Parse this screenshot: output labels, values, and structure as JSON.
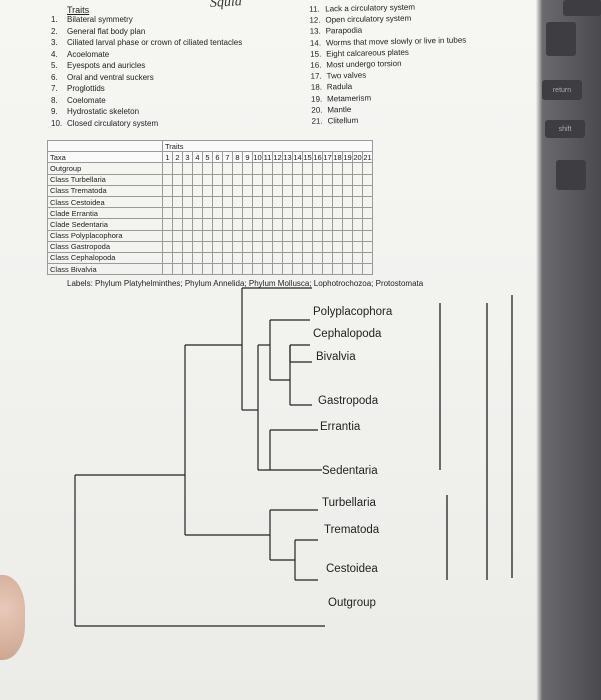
{
  "header": {
    "traits_title": "Traits",
    "handwritten_note": "Squid"
  },
  "traits_left": [
    {
      "n": "1.",
      "t": "Bilateral symmetry"
    },
    {
      "n": "2.",
      "t": "General flat body plan"
    },
    {
      "n": "3.",
      "t": "Ciliated larval phase or crown of ciliated tentacles"
    },
    {
      "n": "4.",
      "t": "Acoelomate"
    },
    {
      "n": "5.",
      "t": "Eyespots and auricles"
    },
    {
      "n": "6.",
      "t": "Oral and ventral suckers"
    },
    {
      "n": "7.",
      "t": "Proglottids"
    },
    {
      "n": "8.",
      "t": "Coelomate"
    },
    {
      "n": "9.",
      "t": "Hydrostatic skeleton"
    },
    {
      "n": "10.",
      "t": "Closed circulatory system"
    }
  ],
  "traits_right": [
    {
      "n": "11.",
      "t": "Lack a circulatory system"
    },
    {
      "n": "12.",
      "t": "Open circulatory system"
    },
    {
      "n": "13.",
      "t": "Parapodia"
    },
    {
      "n": "14.",
      "t": "Worms that move slowly or live in tubes"
    },
    {
      "n": "15.",
      "t": "Eight calcareous plates"
    },
    {
      "n": "16.",
      "t": "Most undergo torsion"
    },
    {
      "n": "17.",
      "t": "Two valves"
    },
    {
      "n": "18.",
      "t": "Radula"
    },
    {
      "n": "19.",
      "t": "Metamerism"
    },
    {
      "n": "20.",
      "t": "Mantle"
    },
    {
      "n": "21.",
      "t": "Clitellum"
    }
  ],
  "table": {
    "traits_header": "Traits",
    "taxa_header": "Taxa",
    "columns": [
      "1",
      "2",
      "3",
      "4",
      "5",
      "6",
      "7",
      "8",
      "9",
      "10",
      "11",
      "12",
      "13",
      "14",
      "15",
      "16",
      "17",
      "18",
      "19",
      "20",
      "21"
    ],
    "rows": [
      "Outgroup",
      "Class Turbellaria",
      "Class Trematoda",
      "Class Cestoidea",
      "Clade Errantia",
      "Clade Sedentaria",
      "Class Polyplacophora",
      "Class Gastropoda",
      "Class Cephalopoda",
      "Class Bivalvia"
    ]
  },
  "labels_line": "Labels: Phylum Platyhelminthes; Phylum Annelida; Phylum Mollusca; Lophotrochozoa; Protostomata",
  "tree_leaves": {
    "polyplacophora": "Polyplacophora",
    "cephalopoda": "Cephalopoda",
    "bivalvia": "Bivalvia",
    "gastropoda": "Gastropoda",
    "errantia": "Errantia",
    "sedentaria": "Sedentaria",
    "turbellaria": "Turbellaria",
    "trematoda": "Trematoda",
    "cestoidea": "Cestoidea",
    "outgroup": "Outgroup"
  },
  "keyboard": {
    "return_label": "return",
    "shift_label": "shift"
  }
}
